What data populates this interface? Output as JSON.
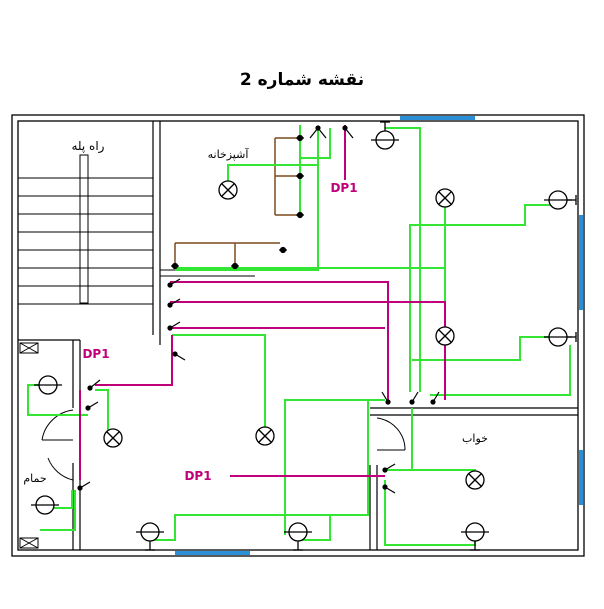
{
  "title": "نقشه شماره 2",
  "rooms": {
    "stairs": "راه پله",
    "kitchen": "آشپزخانه",
    "bath": "حمام",
    "bedroom": "خواب"
  },
  "panel_labels": {
    "kitchen": "DP1",
    "hall": "DP1",
    "center": "DP1"
  },
  "colors": {
    "wall": "#000000",
    "wire_green": "#33e633",
    "wire_magenta": "#c0007a",
    "wire_brown": "#7a4a1e",
    "window": "#2a8fd6",
    "label_magenta": "#c0007a"
  },
  "legend_icons": [
    "lamp-icon",
    "wall-socket-icon",
    "switch-icon",
    "fan-icon"
  ]
}
